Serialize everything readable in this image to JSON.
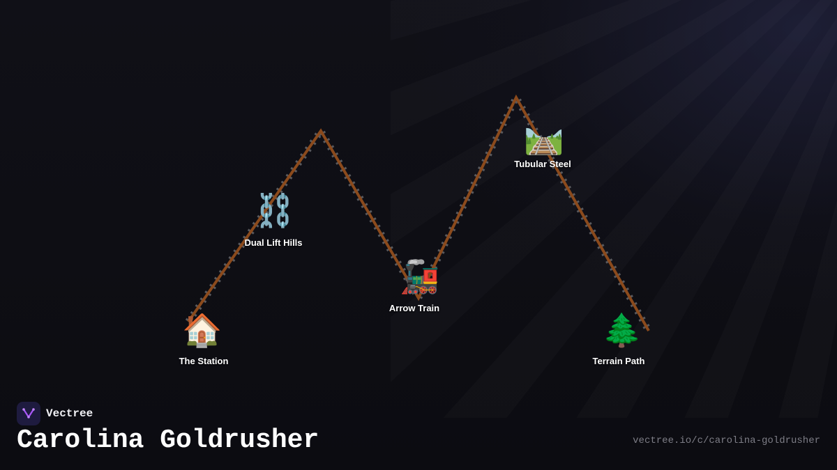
{
  "brand": {
    "name": "Vectree",
    "logo_icon": "vectree-logo-icon",
    "logo_color": "#a855f7"
  },
  "coaster": {
    "title": "Carolina Goldrusher",
    "url": "vectree.io/c/carolina-goldrusher"
  },
  "track": {
    "rail_color": "#8b4a1c",
    "tie_color": "#5a5a5e"
  },
  "waypoints": [
    {
      "label": "The Station",
      "icon": "house-icon",
      "glyph": "🏠"
    },
    {
      "label": "Dual Lift Hills",
      "icon": "chain-icon",
      "glyph": "⛓️"
    },
    {
      "label": "Arrow Train",
      "icon": "locomotive-icon",
      "glyph": "🚂"
    },
    {
      "label": "Tubular Steel",
      "icon": "railway-track-icon",
      "glyph": "🛤️"
    },
    {
      "label": "Terrain Path",
      "icon": "evergreen-tree-icon",
      "glyph": "🌲"
    }
  ]
}
